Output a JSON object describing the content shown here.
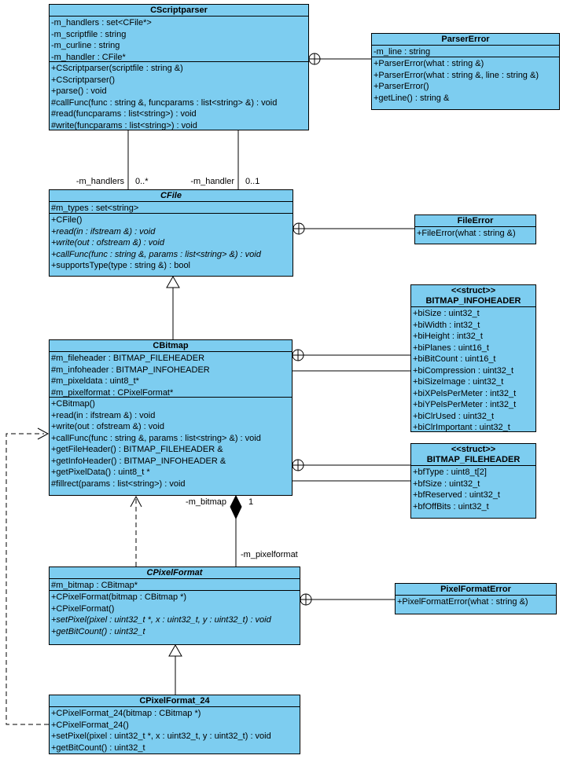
{
  "colors": {
    "class_fill": "#7DCDF0",
    "line": "#000000",
    "background": "#FFFFFF"
  },
  "classes": [
    {
      "name": "CScriptparser",
      "attributes": [
        "-m_handlers : set<CFile*>",
        "-m_scriptfile : string",
        "-m_curline : string",
        "-m_handler : CFile*"
      ],
      "methods": [
        {
          "text": "+CScriptparser(scriptfile : string &)"
        },
        {
          "text": "+CScriptparser()"
        },
        {
          "text": "+parse() : void"
        },
        {
          "text": "#callFunc(func : string &, funcparams : list<string> &) : void"
        },
        {
          "text": "#read(funcparams : list<string>) : void"
        },
        {
          "text": "#write(funcparams : list<string>) : void"
        }
      ]
    },
    {
      "name": "ParserError",
      "attributes": [
        "-m_line : string"
      ],
      "methods": [
        {
          "text": "+ParserError(what : string &)"
        },
        {
          "text": "+ParserError(what : string &, line : string &)"
        },
        {
          "text": "+ParserError()"
        },
        {
          "text": "+getLine() : string &"
        }
      ]
    },
    {
      "name": "CFile",
      "abstract": true,
      "attributes": [
        "#m_types : set<string>"
      ],
      "methods": [
        {
          "text": "+CFile()"
        },
        {
          "text": "+read(in : ifstream &) : void",
          "italic": true
        },
        {
          "text": "+write(out : ofstream &) : void",
          "italic": true
        },
        {
          "text": "+callFunc(func : string &, params : list<string> &) : void",
          "italic": true
        },
        {
          "text": "+supportsType(type : string &) : bool"
        }
      ]
    },
    {
      "name": "FileError",
      "methods": [
        {
          "text": "+FileError(what : string &)"
        }
      ]
    },
    {
      "name": "CBitmap",
      "attributes": [
        "#m_fileheader : BITMAP_FILEHEADER",
        "#m_infoheader : BITMAP_INFOHEADER",
        "#m_pixeldata : uint8_t*",
        "#m_pixelformat : CPixelFormat*"
      ],
      "methods": [
        {
          "text": "+CBitmap()"
        },
        {
          "text": "+read(in : ifstream &) : void"
        },
        {
          "text": "+write(out : ofstream &) : void"
        },
        {
          "text": "+callFunc(func : string &, params : list<string> &) : void"
        },
        {
          "text": "+getFileHeader() : BITMAP_FILEHEADER &"
        },
        {
          "text": "+getInfoHeader() : BITMAP_INFOHEADER &"
        },
        {
          "text": "+getPixelData() : uint8_t *"
        },
        {
          "text": "#fillrect(params : list<string>) : void"
        }
      ]
    },
    {
      "name": "BITMAP_INFOHEADER",
      "stereotype": "<<struct>>",
      "attributes": [
        "+biSize : uint32_t",
        "+biWidth : int32_t",
        "+biHeight : int32_t",
        "+biPlanes : uint16_t",
        "+biBitCount : uint16_t",
        "+biCompression : uint32_t",
        "+biSizeImage : uint32_t",
        "+biXPelsPerMeter : int32_t",
        "+biYPelsPerMeter : int32_t",
        "+biClrUsed : uint32_t",
        "+biClrImportant : uint32_t"
      ]
    },
    {
      "name": "BITMAP_FILEHEADER",
      "stereotype": "<<struct>>",
      "attributes": [
        "+bfType : uint8_t[2]",
        "+bfSize : uint32_t",
        "+bfReserved : uint32_t",
        "+bfOffBits : uint32_t"
      ]
    },
    {
      "name": "CPixelFormat",
      "abstract": true,
      "attributes": [
        "#m_bitmap : CBitmap*"
      ],
      "methods": [
        {
          "text": "+CPixelFormat(bitmap : CBitmap *)"
        },
        {
          "text": "+CPixelFormat()"
        },
        {
          "text": "+setPixel(pixel : uint32_t *, x : uint32_t, y : uint32_t) : void",
          "italic": true
        },
        {
          "text": "+getBitCount() : uint32_t",
          "italic": true
        }
      ]
    },
    {
      "name": "PixelFormatError",
      "methods": [
        {
          "text": "+PixelFormatError(what : string &)"
        }
      ]
    },
    {
      "name": "CPixelFormat_24",
      "methods": [
        {
          "text": "+CPixelFormat_24(bitmap : CBitmap *)"
        },
        {
          "text": "+CPixelFormat_24()"
        },
        {
          "text": "+setPixel(pixel : uint32_t *, x : uint32_t, y : uint32_t) : void"
        },
        {
          "text": "+getBitCount() : uint32_t"
        }
      ]
    }
  ],
  "labels": {
    "handlers_role": "-m_handlers",
    "handlers_mult": "0..*",
    "handler_role": "-m_handler",
    "handler_mult": "0..1",
    "bitmap_role": "-m_bitmap",
    "bitmap_mult": "1",
    "pixelformat_role": "-m_pixelformat"
  }
}
